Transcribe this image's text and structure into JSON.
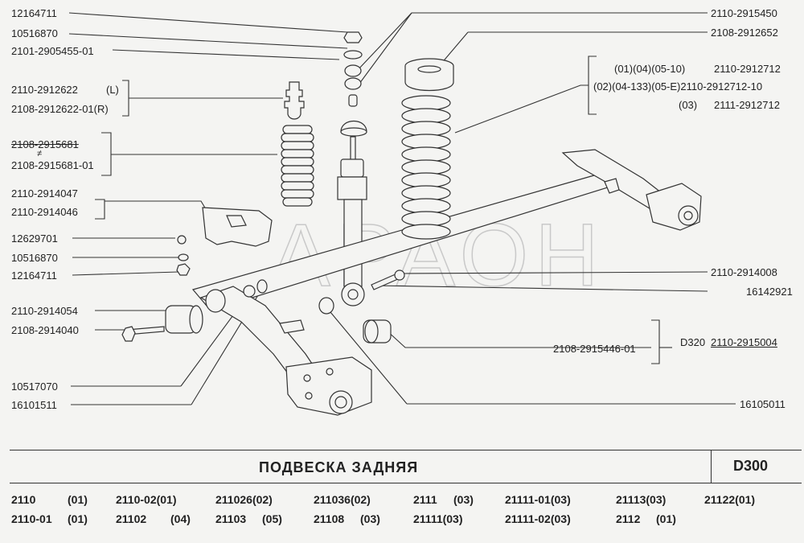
{
  "labels_left": [
    {
      "id": "l1",
      "text": "12164711"
    },
    {
      "id": "l2",
      "text": "10516870"
    },
    {
      "id": "l3",
      "text": "2101-2905455-01"
    },
    {
      "id": "l4a",
      "text": "2110-2912622"
    },
    {
      "id": "l4b",
      "text": "(L)"
    },
    {
      "id": "l5a",
      "text": "2108-2912622-01(R)"
    },
    {
      "id": "l6",
      "text": "2108-2915681"
    },
    {
      "id": "l6n",
      "text": "≠"
    },
    {
      "id": "l7",
      "text": "2108-2915681-01"
    },
    {
      "id": "l8",
      "text": "2110-2914047"
    },
    {
      "id": "l9",
      "text": "2110-2914046"
    },
    {
      "id": "l10",
      "text": "12629701"
    },
    {
      "id": "l11",
      "text": "10516870"
    },
    {
      "id": "l12",
      "text": "12164711"
    },
    {
      "id": "l13",
      "text": "2110-2914054"
    },
    {
      "id": "l14",
      "text": "2108-2914040"
    },
    {
      "id": "l15",
      "text": "10517070"
    },
    {
      "id": "l16",
      "text": "16101511"
    }
  ],
  "labels_right": [
    {
      "id": "r1",
      "text": "2110-2915450"
    },
    {
      "id": "r2",
      "text": "2108-2912652"
    },
    {
      "id": "r3a",
      "text": "(01)(04)(05-10)"
    },
    {
      "id": "r3b",
      "text": "2110-2912712"
    },
    {
      "id": "r4",
      "text": "(02)(04-133)(05-E)2110-2912712-10"
    },
    {
      "id": "r5a",
      "text": "(03)"
    },
    {
      "id": "r5b",
      "text": "2111-2912712"
    },
    {
      "id": "r6",
      "text": "2110-2914008"
    },
    {
      "id": "r7",
      "text": "16142921"
    },
    {
      "id": "r8",
      "text": "2108-2915446-01"
    },
    {
      "id": "r9a",
      "text": "D320"
    },
    {
      "id": "r9b",
      "text": "2110-2915004"
    },
    {
      "id": "r10",
      "text": "16105011"
    }
  ],
  "watermark": "АРАОН",
  "title": "ПОДВЕСКА ЗАДНЯЯ",
  "code": "D300",
  "models_row1": [
    "2110",
    "(01)",
    "2110-02(01)",
    "211026(02)",
    "211036(02)",
    "2111",
    "(03)",
    "21111-01(03)",
    "21113(03)",
    "21122(01)"
  ],
  "models_row2": [
    "2110-01",
    "(01)",
    "21102",
    "(04)",
    "21103",
    "(05)",
    "21108",
    "(03)",
    "21111(03)",
    "21111-02(03)",
    "2112",
    "(01)"
  ]
}
